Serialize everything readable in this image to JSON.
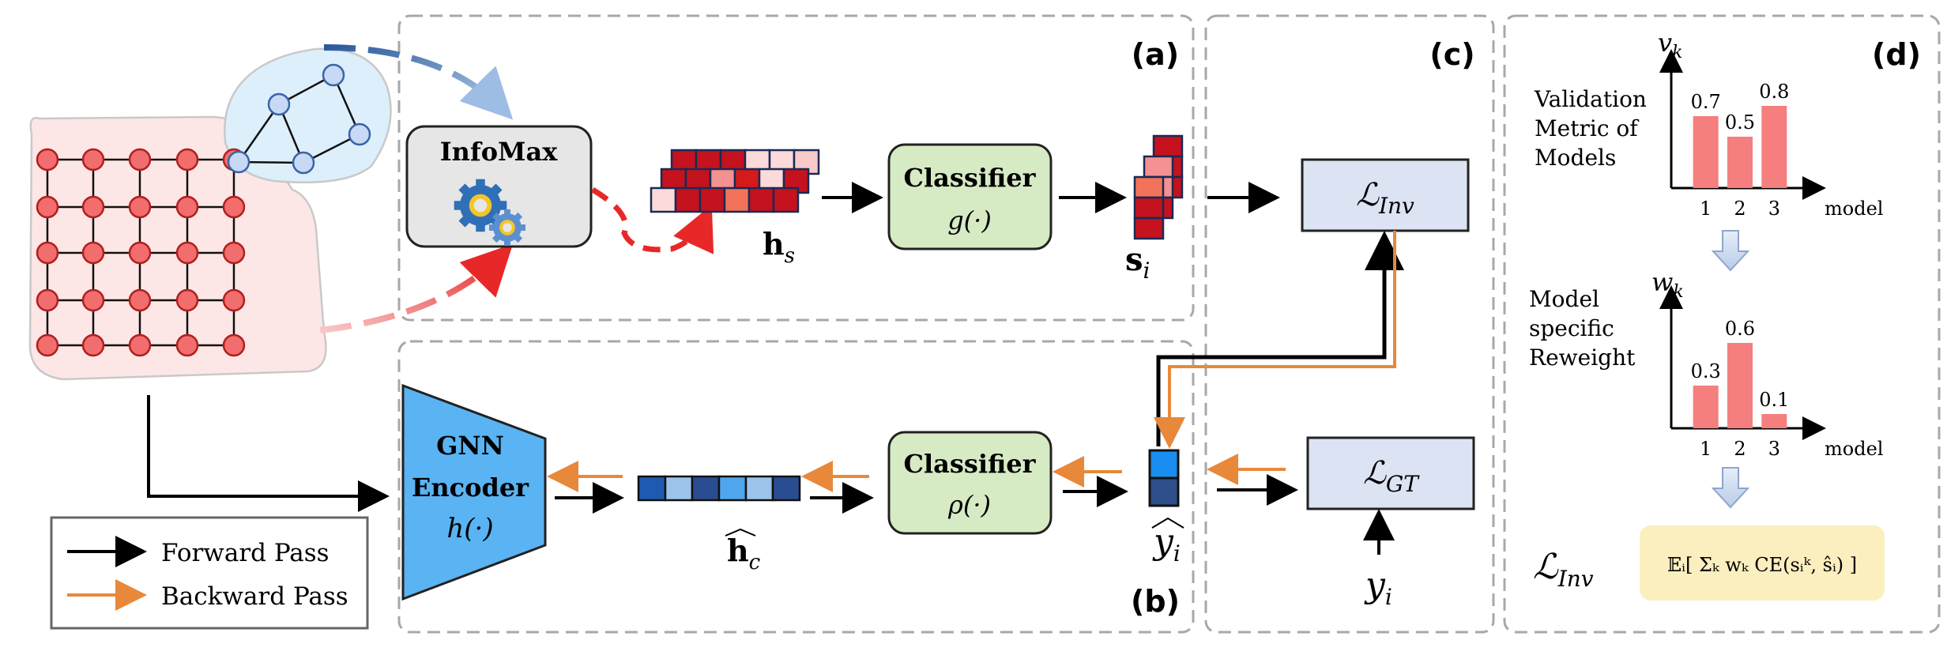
{
  "panels": {
    "a": "(a)",
    "b": "(b)",
    "c": "(c)",
    "d": "(d)"
  },
  "infomax": {
    "label": "InfoMax"
  },
  "hs_label": "h",
  "hs_sub": "s",
  "classifier_top": {
    "label": "Classifier",
    "func": "g(·)"
  },
  "si_label": "s",
  "si_sub": "i",
  "loss_inv": {
    "main": "ℒ",
    "sub": "Inv"
  },
  "loss_gt": {
    "main": "ℒ",
    "sub": "GT"
  },
  "gnn_encoder": {
    "line1": "GNN",
    "line2": "Encoder",
    "func": "h(·)"
  },
  "hc_label": "h",
  "hc_sub": "c",
  "classifier_bottom": {
    "label": "Classifier",
    "func": "ρ(·)"
  },
  "yhat_label": "y",
  "yhat_sub": "i",
  "y_label": "y",
  "y_sub": "i",
  "legend": {
    "forward": "Forward Pass",
    "backward": "Backward Pass"
  },
  "panel_d": {
    "chart1_title": [
      "Validation",
      "Metric of",
      "Models"
    ],
    "chart1_ylabel_main": "v",
    "chart1_ylabel_sub": "k",
    "chart2_title": [
      "Model",
      "specific",
      "Reweight"
    ],
    "chart2_ylabel_main": "w",
    "chart2_ylabel_sub": "k",
    "xlabel": "model",
    "formula_lhs_main": "ℒ",
    "formula_lhs_sub": "Inv",
    "formula": "𝔼ᵢ[ Σₖ wₖ CE(sᵢᵏ, ŝᵢ) ]"
  },
  "chart_data": [
    {
      "type": "bar",
      "title": "Validation Metric of Models",
      "categories": [
        "1",
        "2",
        "3"
      ],
      "values": [
        0.7,
        0.5,
        0.8
      ],
      "data_labels": [
        "0.7",
        "0.5",
        "0.8"
      ],
      "xlabel": "model",
      "ylabel": "v_k",
      "ylim": [
        0,
        1.0
      ]
    },
    {
      "type": "bar",
      "title": "Model specific Reweight",
      "categories": [
        "1",
        "2",
        "3"
      ],
      "values": [
        0.3,
        0.6,
        0.1
      ],
      "data_labels": [
        "0.3",
        "0.6",
        "0.1"
      ],
      "xlabel": "model",
      "ylabel": "w_k",
      "ylim": [
        0,
        0.75
      ]
    }
  ],
  "colors": {
    "forward": "#000000",
    "backward": "#e8883a",
    "red_node": "#f26d6d",
    "blue_node": "#c8d9f5",
    "infomax_bg": "#e6e6e6",
    "classifier_bg": "#d6ebc4",
    "loss_bg": "#dce3f3",
    "encoder": "#5ab3f2",
    "bar": "#f57e7e",
    "formula_bg": "#fbeebf"
  }
}
